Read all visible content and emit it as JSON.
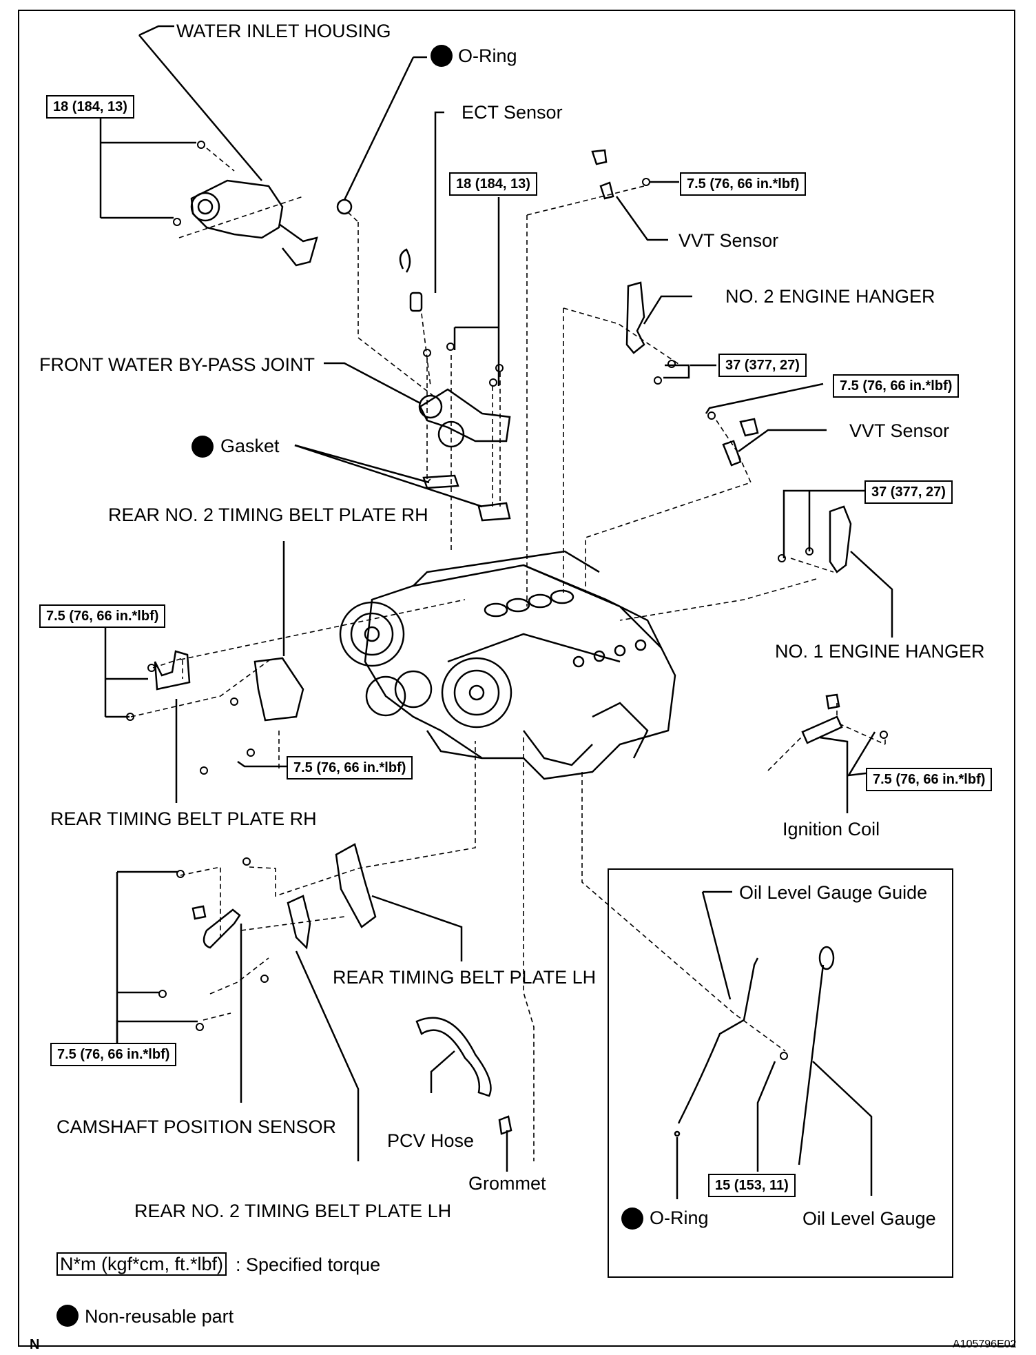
{
  "labels": {
    "water_inlet_housing": "WATER INLET HOUSING",
    "o_ring_top": "O-Ring",
    "ect_sensor": "ECT Sensor",
    "vvt_sensor_1": "VVT Sensor",
    "no2_engine_hanger": "NO. 2 ENGINE HANGER",
    "front_water_bypass": "FRONT WATER BY-PASS JOINT",
    "vvt_sensor_2": "VVT Sensor",
    "gasket": "Gasket",
    "rear_no2_tbp_rh": "REAR NO. 2 TIMING BELT PLATE RH",
    "no1_engine_hanger": "NO. 1 ENGINE HANGER",
    "rear_tbp_rh": "REAR TIMING BELT PLATE RH",
    "ignition_coil": "Ignition Coil",
    "oil_level_gauge_guide": "Oil Level Gauge Guide",
    "rear_tbp_lh": "REAR TIMING BELT PLATE LH",
    "camshaft_position_sensor": "CAMSHAFT POSITION SENSOR",
    "pcv_hose": "PCV Hose",
    "grommet": "Grommet",
    "rear_no2_tbp_lh": "REAR NO. 2 TIMING BELT PLATE LH",
    "o_ring_bottom": "O-Ring",
    "oil_level_gauge": "Oil Level Gauge"
  },
  "torque": {
    "water_inlet": "18 (184, 13)",
    "bypass_joint": "18 (184, 13)",
    "vvt_1": "7.5 (76, 66 in.*lbf)",
    "hanger_2": "37 (377, 27)",
    "vvt_2": "7.5 (76, 66 in.*lbf)",
    "hanger_1": "37 (377, 27)",
    "rear_plate_rh_left": "7.5 (76, 66 in.*lbf)",
    "rear_plate_rh_bolt": "7.5 (76, 66 in.*lbf)",
    "ignition_coil": "7.5 (76, 66 in.*lbf)",
    "rear_plate_lh": "7.5 (76, 66 in.*lbf)",
    "oil_gauge_guide": "15 (153, 11)"
  },
  "legend": {
    "torque_unit": "N*m (kgf*cm, ft.*lbf)",
    "torque_text": ": Specified torque",
    "nonreusable_text": "Non-reusable part"
  },
  "footer": {
    "orientation": "N",
    "figure_id": "A105796E02"
  }
}
